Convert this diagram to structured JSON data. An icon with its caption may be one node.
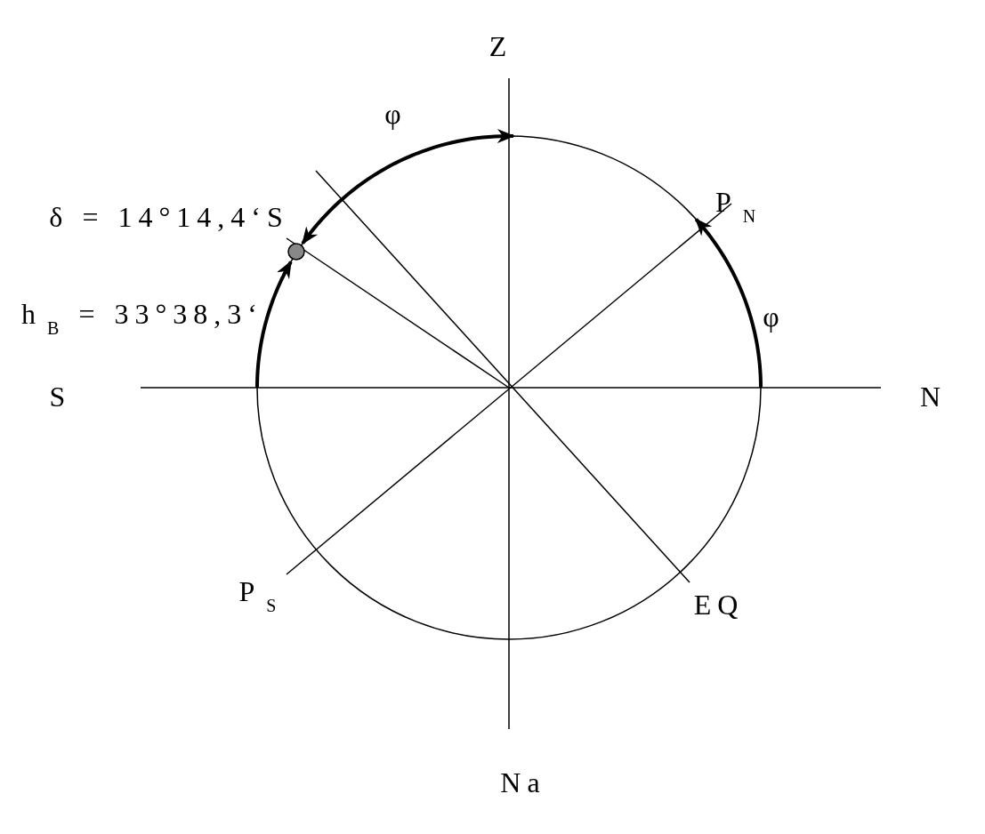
{
  "diagram": {
    "labels": [
      "Z",
      "φ",
      "δ = 14°14,4‘S",
      "P$_{N}$",
      "h$_{B}$ = 33°38,3‘",
      "φ",
      "S",
      "N",
      "P$_{S}$",
      "EQ",
      "Na"
    ]
  }
}
